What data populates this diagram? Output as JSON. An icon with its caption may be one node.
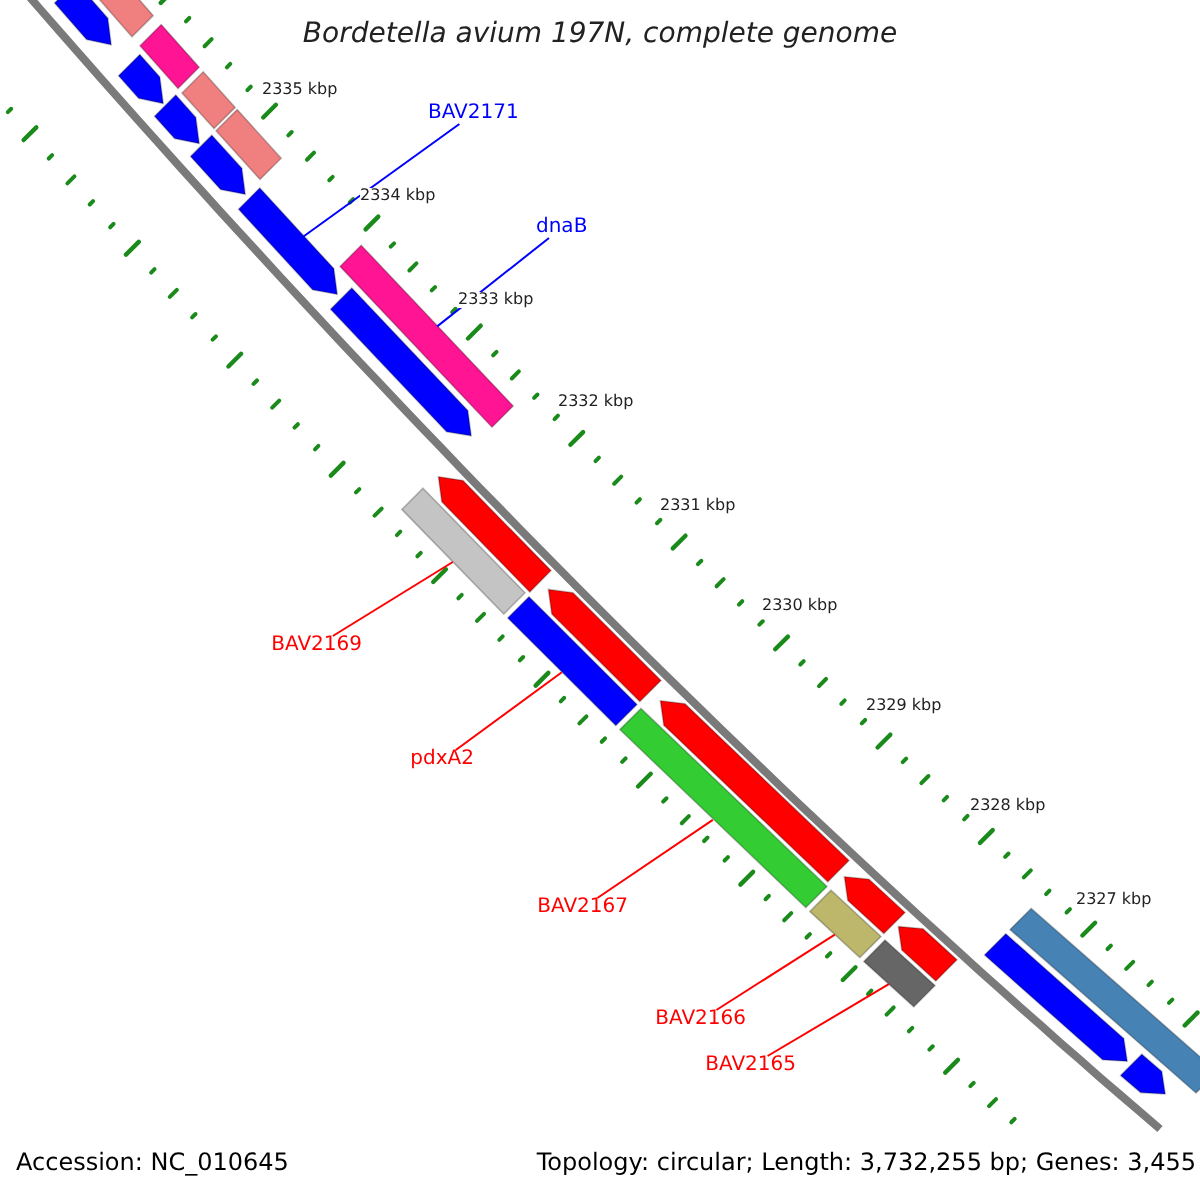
{
  "diagram": {
    "title": "Bordetella avium 197N, complete genome",
    "nodes": [
      {
        "text": [
          "BAV2171"
        ]
      },
      {
        "text": [
          "dnaB"
        ]
      },
      {
        "text": [
          "BAV2169"
        ]
      },
      {
        "text": [
          "pdxA2"
        ]
      },
      {
        "text": [
          "BAV2167"
        ]
      },
      {
        "text": [
          "BAV2166"
        ]
      },
      {
        "text": [
          "BAV2165"
        ]
      },
      {
        "text": [],
        "shape": "arrow"
      },
      {
        "text": [],
        "shape": "bar"
      },
      {
        "text": [],
        "shape": "bar"
      },
      {
        "text": [],
        "shape": "arrow"
      },
      {
        "text": [],
        "shape": "arrow"
      },
      {
        "text": [],
        "shape": "bar"
      },
      {
        "text": [],
        "shape": "arrow"
      },
      {
        "text": [],
        "shape": "bar"
      },
      {
        "text": [],
        "shape": "arrow"
      },
      {
        "text": [],
        "shape": "bar"
      },
      {
        "text": [],
        "shape": "arrow"
      },
      {
        "text": [],
        "shape": "bar"
      },
      {
        "text": [],
        "shape": "arrow"
      },
      {
        "text": [],
        "shape": "bar"
      },
      {
        "text": [],
        "shape": "arrow"
      },
      {
        "text": [],
        "shape": "bar"
      },
      {
        "text": [],
        "shape": "arrow"
      },
      {
        "text": [],
        "shape": "bar"
      },
      {
        "text": [],
        "shape": "arrow"
      },
      {
        "text": [],
        "shape": "bar"
      },
      {
        "text": [],
        "shape": "arrow"
      },
      {
        "text": [],
        "shape": "arrow"
      },
      {
        "text": [],
        "shape": "bar"
      },
      {
        "text": [],
        "shape": "arrow"
      }
    ],
    "edges": [
      {
        "from": 0,
        "to": 15,
        "arrow": "none",
        "color": "#0000ff"
      },
      {
        "from": 1,
        "to": 16,
        "arrow": "none",
        "color": "#0000ff"
      },
      {
        "from": 2,
        "to": 18,
        "arrow": "none"
      },
      {
        "from": 3,
        "to": 20,
        "arrow": "none"
      },
      {
        "from": 4,
        "to": 22,
        "arrow": "none"
      },
      {
        "from": 5,
        "to": 24,
        "arrow": "none"
      },
      {
        "from": 6,
        "to": 26,
        "arrow": "none"
      }
    ],
    "labels": [
      "2335 kbp",
      "2334 kbp",
      "2333 kbp",
      "2332 kbp",
      "2331 kbp",
      "2330 kbp",
      "2329 kbp",
      "2328 kbp",
      "2327 kbp",
      "Accession: NC_010645",
      "Topology: circular; Length: 3,732,255 bp; Genes: 3,455"
    ]
  }
}
